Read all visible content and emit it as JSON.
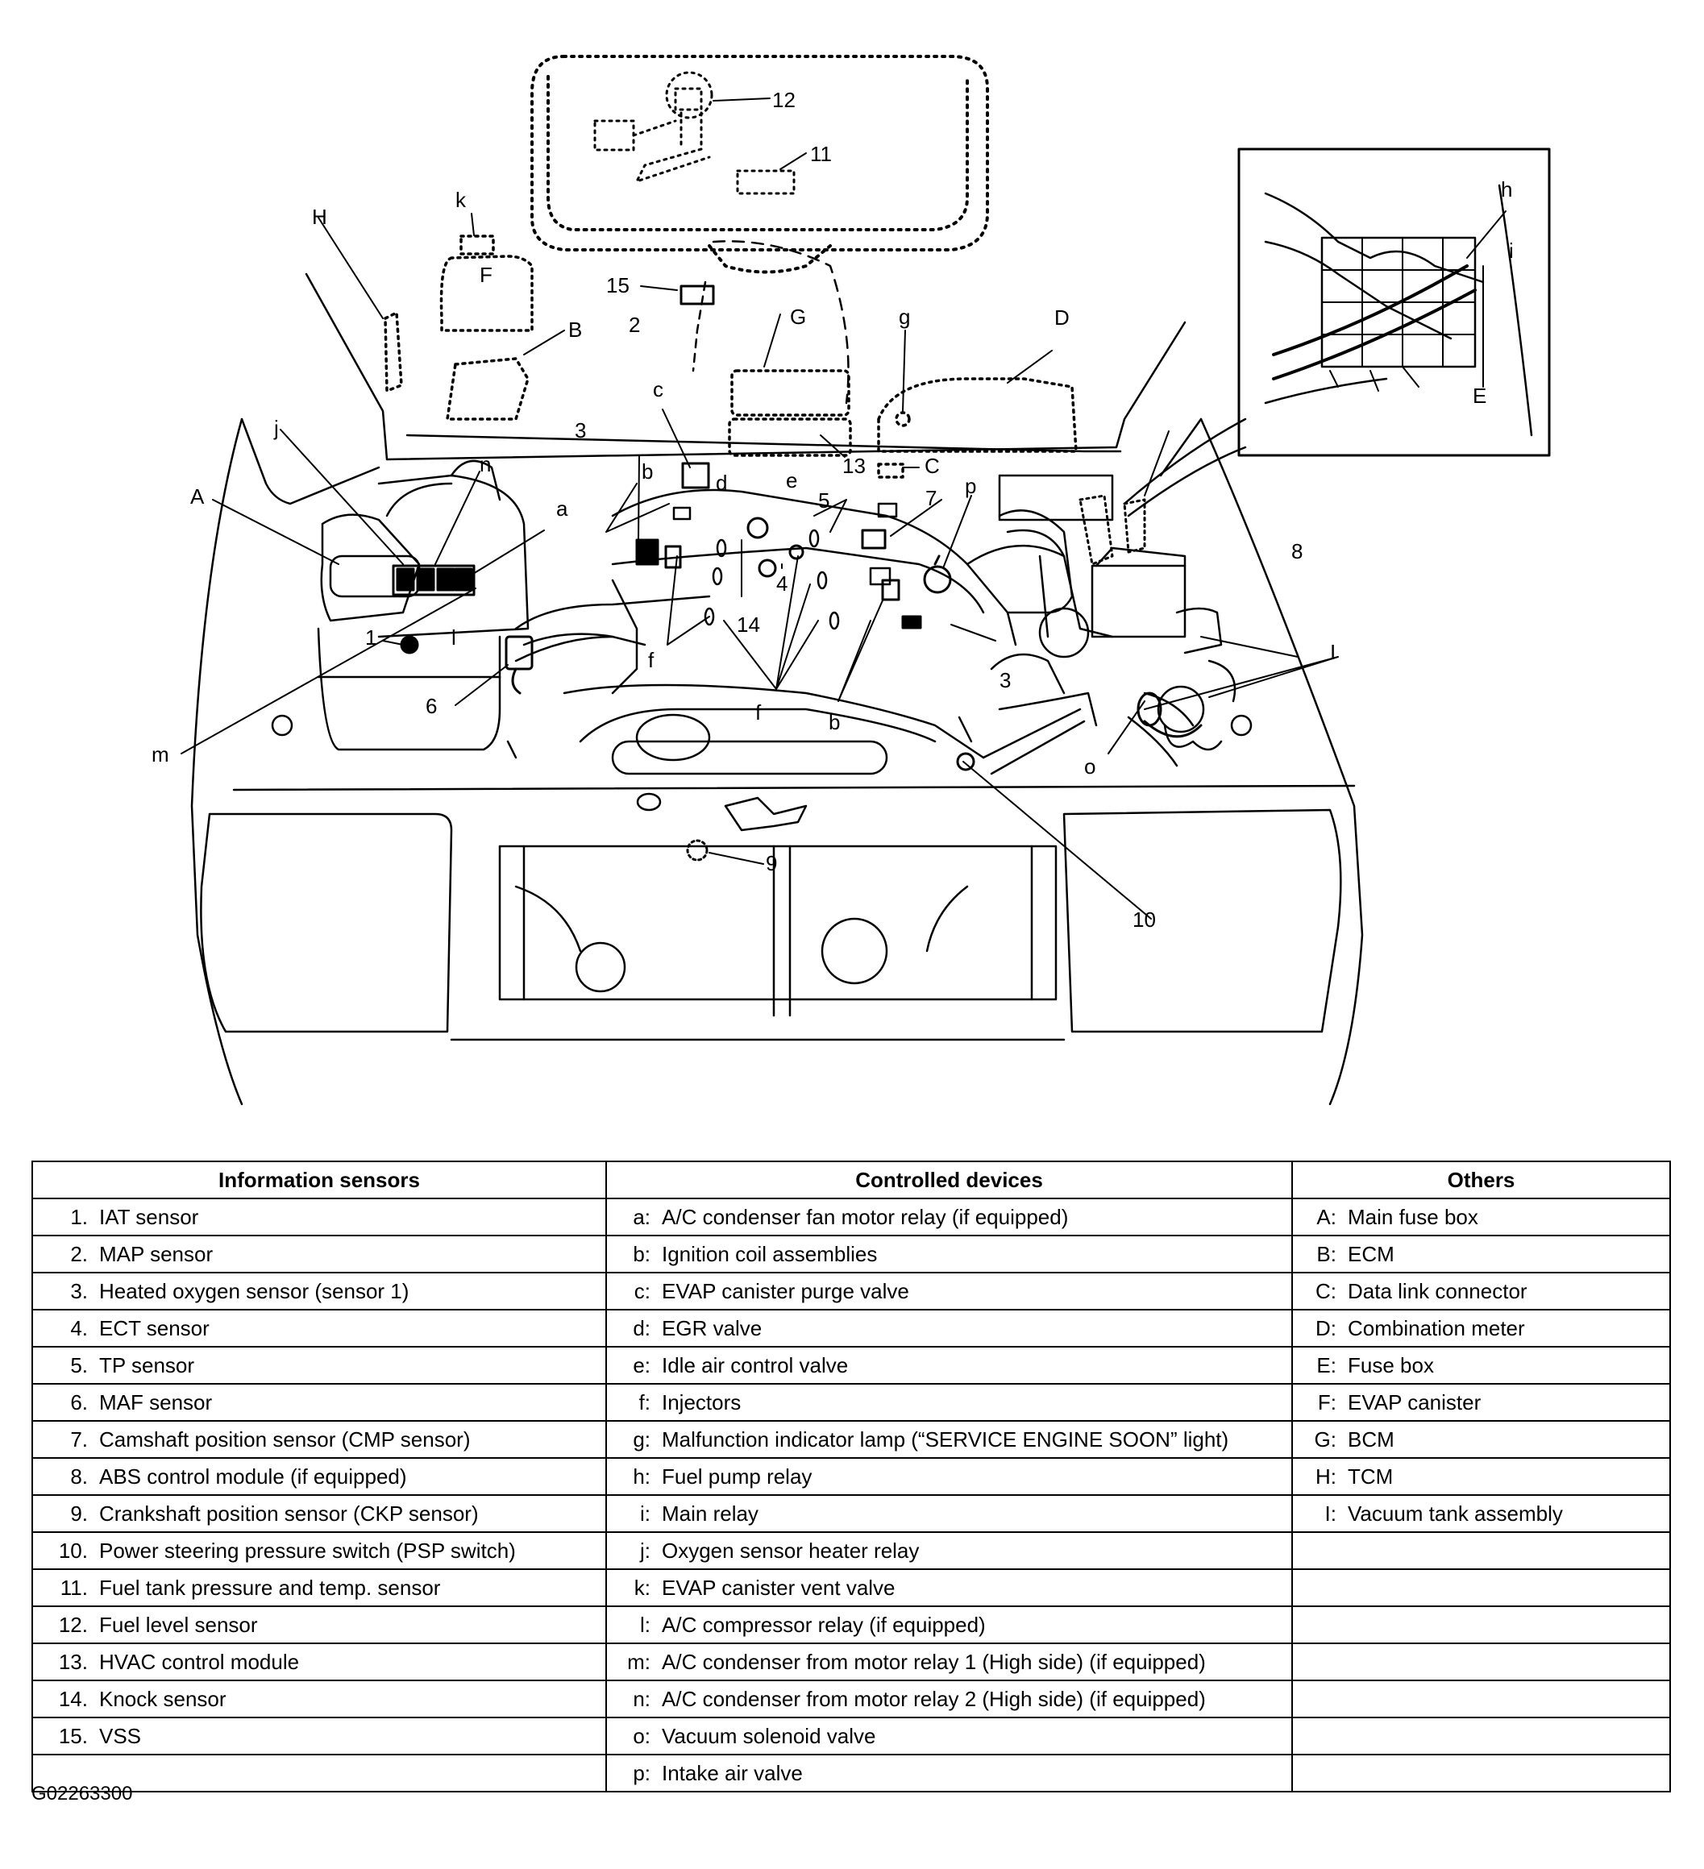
{
  "diagram": {
    "callouts": {
      "n1": "1",
      "n2": "2",
      "n3a": "3",
      "n3b": "3",
      "n4": "4",
      "n5": "5",
      "n6": "6",
      "n7": "7",
      "n8": "8",
      "n9": "9",
      "n10": "10",
      "n11": "11",
      "n12": "12",
      "n13": "13",
      "n14": "14",
      "n15": "15",
      "A": "A",
      "B": "B",
      "C": "C",
      "D": "D",
      "E": "E",
      "F": "F",
      "G": "G",
      "H": "H",
      "I": "I",
      "a": "a",
      "b1": "b",
      "b2": "b",
      "c": "c",
      "d": "d",
      "e": "e",
      "f1": "f",
      "f2": "f",
      "g": "g",
      "h": "h",
      "i": "i",
      "j": "j",
      "k": "k",
      "l": "l",
      "m": "m",
      "n": "n",
      "o": "o",
      "p": "p"
    }
  },
  "table": {
    "headers": [
      "Information sensors",
      "Controlled devices",
      "Others"
    ],
    "rows": [
      {
        "sensor_num": "1.",
        "sensor": "IAT sensor",
        "device_code": "a:",
        "device": "A/C condenser fan motor relay (if equipped)",
        "other_code": "A:",
        "other": "Main fuse box"
      },
      {
        "sensor_num": "2.",
        "sensor": "MAP sensor",
        "device_code": "b:",
        "device": "Ignition coil assemblies",
        "other_code": "B:",
        "other": "ECM"
      },
      {
        "sensor_num": "3.",
        "sensor": "Heated oxygen sensor (sensor 1)",
        "device_code": "c:",
        "device": "EVAP canister purge valve",
        "other_code": "C:",
        "other": "Data link connector"
      },
      {
        "sensor_num": "4.",
        "sensor": "ECT sensor",
        "device_code": "d:",
        "device": "EGR valve",
        "other_code": "D:",
        "other": "Combination meter"
      },
      {
        "sensor_num": "5.",
        "sensor": "TP sensor",
        "device_code": "e:",
        "device": "Idle air control valve",
        "other_code": "E:",
        "other": "Fuse box"
      },
      {
        "sensor_num": "6.",
        "sensor": "MAF sensor",
        "device_code": "f:",
        "device": "Injectors",
        "other_code": "F:",
        "other": "EVAP canister"
      },
      {
        "sensor_num": "7.",
        "sensor": "Camshaft position sensor (CMP sensor)",
        "device_code": "g:",
        "device": "Malfunction indicator lamp (“SERVICE ENGINE SOON” light)",
        "other_code": "G:",
        "other": "BCM"
      },
      {
        "sensor_num": "8.",
        "sensor": "ABS control module (if equipped)",
        "device_code": "h:",
        "device": "Fuel pump relay",
        "other_code": "H:",
        "other": "TCM"
      },
      {
        "sensor_num": "9.",
        "sensor": "Crankshaft position sensor (CKP sensor)",
        "device_code": "i:",
        "device": "Main relay",
        "other_code": "I:",
        "other": "Vacuum tank assembly"
      },
      {
        "sensor_num": "10.",
        "sensor": "Power steering pressure switch (PSP switch)",
        "device_code": "j:",
        "device": "Oxygen sensor heater relay",
        "other_code": "",
        "other": ""
      },
      {
        "sensor_num": "11.",
        "sensor": "Fuel tank pressure and temp. sensor",
        "device_code": "k:",
        "device": "EVAP canister vent valve",
        "other_code": "",
        "other": ""
      },
      {
        "sensor_num": "12.",
        "sensor": "Fuel level sensor",
        "device_code": "l:",
        "device": "A/C compressor relay (if equipped)",
        "other_code": "",
        "other": ""
      },
      {
        "sensor_num": "13.",
        "sensor": "HVAC control module",
        "device_code": "m:",
        "device": "A/C condenser from motor relay 1 (High side) (if equipped)",
        "other_code": "",
        "other": ""
      },
      {
        "sensor_num": "14.",
        "sensor": "Knock sensor",
        "device_code": "n:",
        "device": "A/C condenser from motor relay 2 (High side) (if equipped)",
        "other_code": "",
        "other": ""
      },
      {
        "sensor_num": "15.",
        "sensor": "VSS",
        "device_code": "o:",
        "device": "Vacuum solenoid valve",
        "other_code": "",
        "other": ""
      },
      {
        "sensor_num": "",
        "sensor": "",
        "device_code": "p:",
        "device": "Intake air valve",
        "other_code": "",
        "other": ""
      }
    ]
  },
  "figure_id": "G02263300"
}
